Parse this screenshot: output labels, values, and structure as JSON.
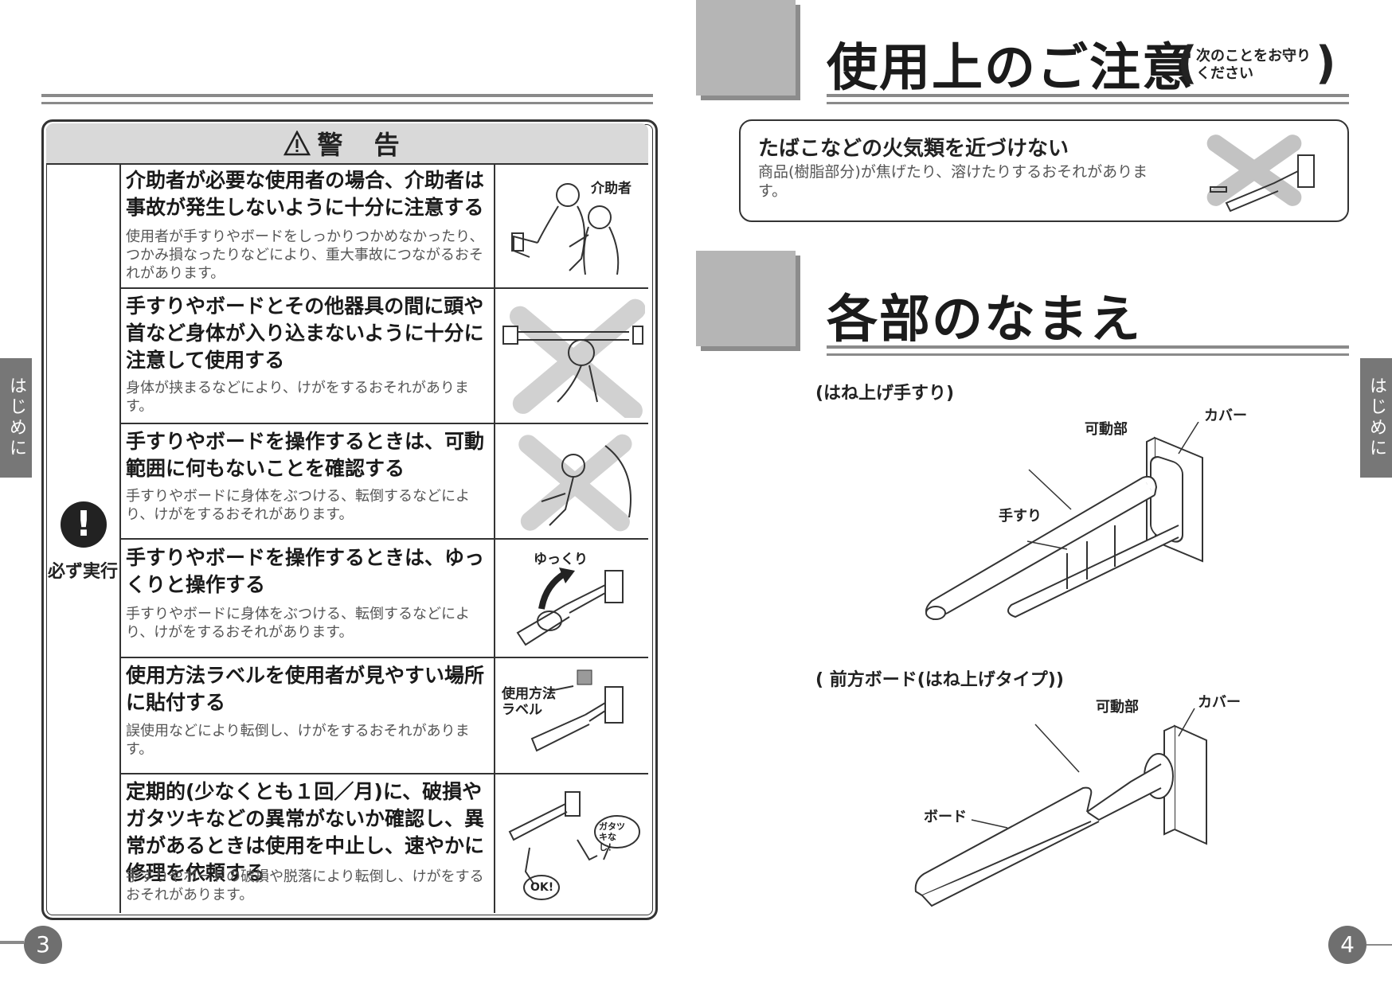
{
  "left_page": {
    "warning_title": "警 告",
    "must_label": "必ず実行",
    "side_tab": "はじめに",
    "page_number": "3",
    "rows": [
      {
        "title": "介助者が必要な使用者の場合、介助者は事故が発生しないように十分に注意する",
        "body": "使用者が手すりやボードをしっかりつかめなかったり、つかみ損なったりなどにより、重大事故につながるおそれがあります。",
        "image_label": "介助者"
      },
      {
        "title": "手すりやボードとその他器具の間に頭や首など身体が入り込まないように十分に注意して使用する",
        "body": "身体が挟まるなどにより、けがをするおそれがあります。"
      },
      {
        "title": "手すりやボードを操作するときは、可動範囲に何もないことを確認する",
        "body": "手すりやボードに身体をぶつける、転倒するなどにより、けがをするおそれがあります。"
      },
      {
        "title": "手すりやボードを操作するときは、ゆっくりと操作する",
        "body": "手すりやボードに身体をぶつける、転倒するなどにより、けがをするおそれがあります。",
        "image_label": "ゆっくり"
      },
      {
        "title": "使用方法ラベルを使用者が見やすい場所に貼付する",
        "body": "誤使用などにより転倒し、けがをするおそれがあります。",
        "image_label": "使用方法ラベル"
      },
      {
        "title": "定期的(少なくとも１回／月)に、破損やガタツキなどの異常がないか確認し、異常があるときは使用を中止し、速やかに修理を依頼する",
        "body": "手すりやボードの破損や脱落により転倒し、けがをするおそれがあります。",
        "image_label_1": "ガタツキなし！",
        "image_label_2": "OK!"
      }
    ]
  },
  "right_page": {
    "heading_1": "使用上のご注意",
    "heading_1_note": "次のことをお守りください",
    "caution_title": "たばこなどの火気類を近づけない",
    "caution_body": "商品(樹脂部分)が焦げたり、溶けたりするおそれがあります。",
    "heading_2": "各部のなまえ",
    "side_tab": "はじめに",
    "page_number": "4",
    "diagram_1": {
      "caption": "(はね上げ手すり)",
      "labels": {
        "movable": "可動部",
        "cover": "カバー",
        "rail": "手すり"
      }
    },
    "diagram_2": {
      "caption": "( 前方ボード(はね上げタイプ))",
      "labels": {
        "movable": "可動部",
        "cover": "カバー",
        "board": "ボード"
      }
    }
  }
}
